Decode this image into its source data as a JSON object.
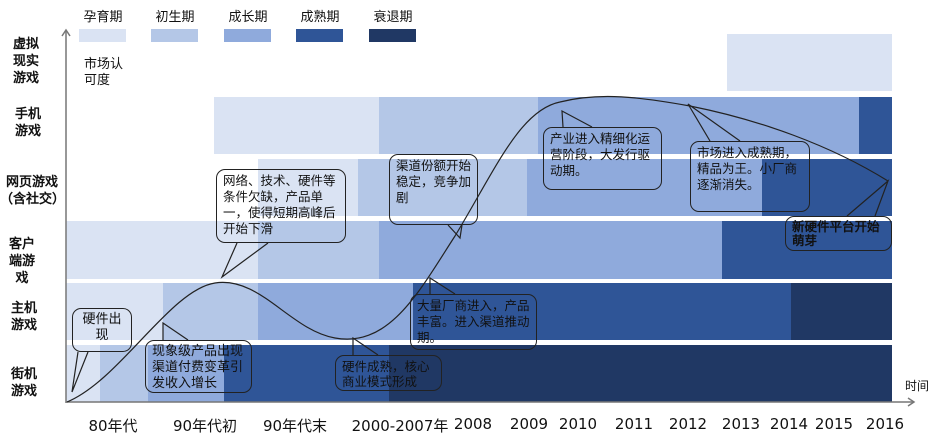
{
  "legend": [
    {
      "label": "孕育期",
      "color": "#dae3f3"
    },
    {
      "label": "初生期",
      "color": "#b4c7e7"
    },
    {
      "label": "成长期",
      "color": "#8faadc"
    },
    {
      "label": "成熟期",
      "color": "#2f5597"
    },
    {
      "label": "衰退期",
      "color": "#203864"
    }
  ],
  "y_axis_label": "市场认可度",
  "x_axis_label": "时间",
  "rows": [
    {
      "label": "虚拟现实游戏"
    },
    {
      "label": "手机游戏"
    },
    {
      "label": "网页游戏（含社交）"
    },
    {
      "label": "客户端游戏"
    },
    {
      "label": "主机游戏"
    },
    {
      "label": "街机游戏"
    }
  ],
  "periods": [
    "80年代",
    "90年代初",
    "90年代末",
    "2000-2007年",
    "2008",
    "2009",
    "2010",
    "2011",
    "2012",
    "2013",
    "2014",
    "2015",
    "2016"
  ],
  "callouts": [
    "硬件出现",
    "现象级产品出现渠道付费变革引发收入增长",
    "网络、技术、硬件等条件欠缺，产品单一，使得短期高峰后开始下滑",
    "渠道份额开始稳定，竞争加剧",
    "硬件成熟，核心商业模式形成",
    "大量厂商进入，产品丰富。进入渠道推动期。",
    "产业进入精细化运营阶段，大发行驱动期。",
    "市场进入成熟期，精品为王。小厂商逐渐消失。",
    "新硬件平台开始萌芽"
  ]
}
